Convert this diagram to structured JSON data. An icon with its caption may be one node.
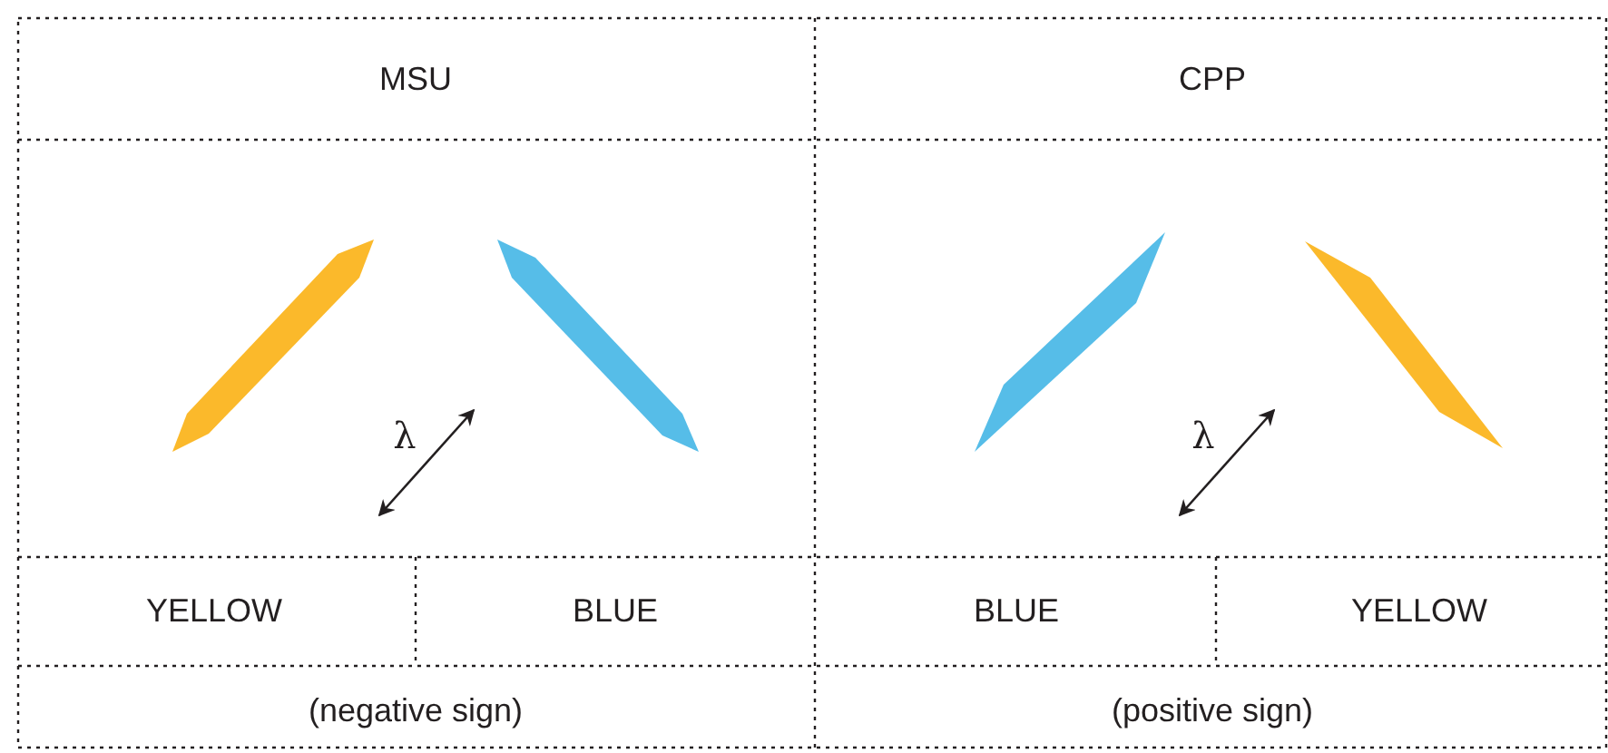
{
  "diagram": {
    "labels": [
      "MSU",
      "CPP",
      "λ",
      "λ",
      "YELLOW",
      "BLUE",
      "BLUE",
      "YELLOW",
      "(negative sign)",
      "(positive sign)"
    ]
  }
}
